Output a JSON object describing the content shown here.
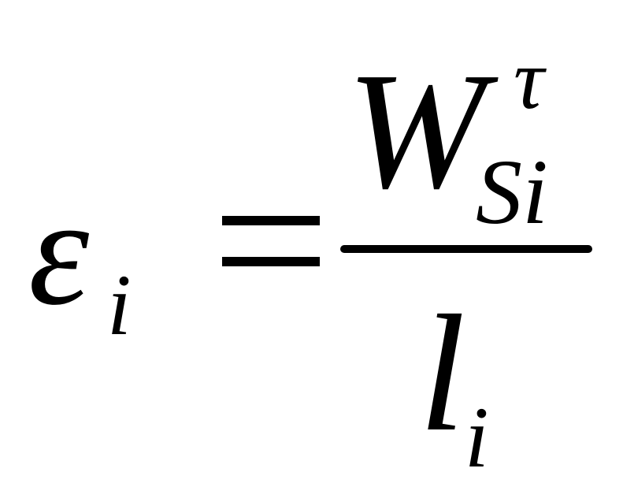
{
  "formula": {
    "lhs": {
      "symbol": "ε",
      "subscript": "i"
    },
    "relation": "=",
    "numerator": {
      "symbol": "W",
      "superscript": "τ",
      "subscript": "Si"
    },
    "denominator": {
      "symbol": "l",
      "subscript": "i"
    }
  }
}
